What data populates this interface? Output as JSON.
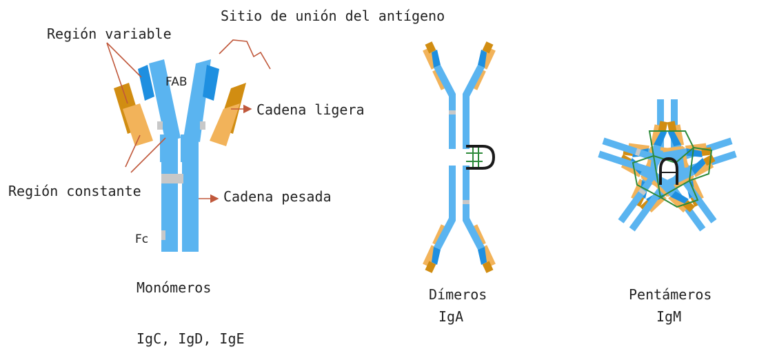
{
  "labels": {
    "antigen_site": "Sitio de unión del antígeno",
    "variable_region": "Región variable",
    "fab": "FAB",
    "light_chain": "Cadena ligera",
    "constant_region": "Región constante",
    "heavy_chain": "Cadena pesada",
    "fc": "Fc",
    "monomers": "Monómeros",
    "monomer_types": "IgC,   IgD,   IgE",
    "dimers": "Dímeros",
    "dimer_type": "IgA",
    "pentamers": "Pentámeros",
    "pentamer_type": "IgM"
  },
  "colors": {
    "heavy_chain": "#5ab4f0",
    "variable_heavy": "#1e8fe0",
    "light_constant": "#f2b35a",
    "light_variable": "#d18d12",
    "hinge": "#c8c8c8",
    "annotation": "#c0583b",
    "j_chain": "#1a1a1a",
    "disulfide": "#2d8a3a"
  }
}
